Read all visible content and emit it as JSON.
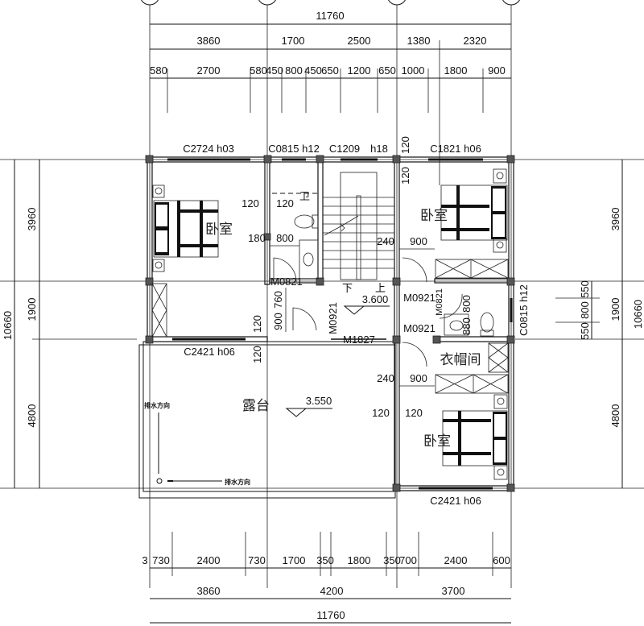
{
  "drawing": {
    "type": "floor plan",
    "overall_width": "11760",
    "overall_depth": "10660"
  },
  "top_dimensions": {
    "overall": "11760",
    "axes": [
      "3860",
      "1700",
      "2500",
      "1380",
      "2320"
    ],
    "details": [
      "580",
      "2700",
      "580",
      "450",
      "800",
      "450",
      "650",
      "1200",
      "650",
      "1000",
      "1800",
      "900"
    ]
  },
  "bottom_dimensions": {
    "details": [
      "3",
      "730",
      "2400",
      "730",
      "1700",
      "350",
      "1800",
      "350",
      "700",
      "2400",
      "600"
    ],
    "axes": [
      "3860",
      "4200",
      "3700"
    ],
    "overall": "11760"
  },
  "left_dimensions": {
    "overall": "10660",
    "axes": [
      "3960",
      "1900",
      "4800"
    ]
  },
  "right_dimensions": {
    "overall": "10660",
    "axes": [
      "3960",
      "1900",
      "4800"
    ],
    "details": [
      "550",
      "800",
      "550"
    ]
  },
  "windows": {
    "w1": "C2724 h03",
    "w2": "C0815 h12",
    "w3": "C1209",
    "w3_h": "h18",
    "w4": "C1821 h06",
    "w5": "C2421 h06",
    "w6": "C2421 h06",
    "w7": "C0815 h12"
  },
  "doors": {
    "d1": "M0821",
    "d2": "M0921",
    "d3": "M1827",
    "d4": "M0921",
    "d5": "M0921",
    "d6": "M0821"
  },
  "rooms": {
    "bedroom_nw": "卧室",
    "bedroom_ne": "卧室",
    "bedroom_se": "卧室",
    "bathroom": "卫",
    "closet": "衣帽间",
    "terrace": "露台"
  },
  "levels": {
    "stair_level": "3.600",
    "terrace_level": "3.550",
    "stair_down": "下",
    "stair_up": "上"
  },
  "drainage": {
    "label_1": "排水方向",
    "label_2": "排水方向"
  },
  "inner_dimensions": {
    "wall_a": "120",
    "wall_b": "120",
    "wall_c": "180",
    "bath_door": "800",
    "stair_wall": "240",
    "bed_door": "900",
    "hall_760": "760",
    "hall_900": "900",
    "balc_120a": "120",
    "balc_120b": "120",
    "ne_120a": "120",
    "ne_120b": "120",
    "se_240": "240",
    "se_900": "900",
    "se_120a": "120",
    "se_120b": "120",
    "bath2_800": "800",
    "bath2_880": "880"
  }
}
